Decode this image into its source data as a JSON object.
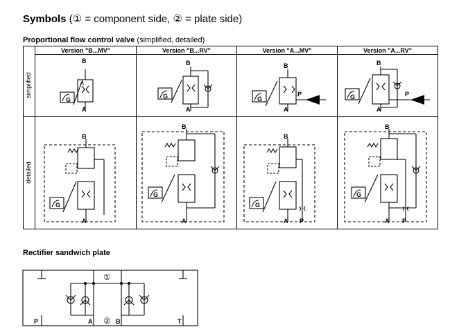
{
  "title": {
    "main": "Symbols",
    "paren": "(① = component side, ② = plate side)"
  },
  "subtitle": {
    "main": "Proportional flow control valve",
    "paren": "(simplified, detailed)"
  },
  "columns": [
    "Version \"B...MV\"",
    "Version \"B...RV\"",
    "Version \"A...MV\"",
    "Version \"A...RV\""
  ],
  "rows": [
    "simplified",
    "detailed"
  ],
  "ports": {
    "a": "A",
    "b": "B",
    "p": "P",
    "t": "T",
    "g": "G"
  },
  "section2": "Rectifier sandwich plate",
  "marks": {
    "one": "①",
    "two": "②"
  }
}
